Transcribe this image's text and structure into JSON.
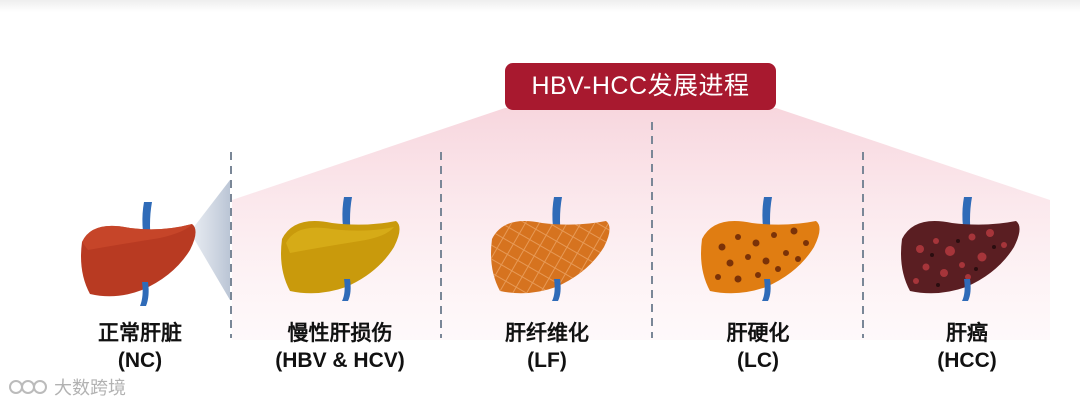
{
  "title": "HBV-HCC发展进程",
  "stages": [
    {
      "name": "正常肝脏",
      "abbr": "(NC)",
      "liver": "normal",
      "color": "#b83a22"
    },
    {
      "name": "慢性肝损伤",
      "abbr": "(HBV & HCV)",
      "liver": "chronic-injury",
      "color": "#c99a0c"
    },
    {
      "name": "肝纤维化",
      "abbr": "(LF)",
      "liver": "fibrosis",
      "color": "#d6731f"
    },
    {
      "name": "肝硬化",
      "abbr": "(LC)",
      "liver": "cirrhosis",
      "color": "#e07d12"
    },
    {
      "name": "肝癌",
      "abbr": "(HCC)",
      "liver": "cancer",
      "color": "#5a1e22"
    }
  ],
  "colors": {
    "title_bg": "#a8192f",
    "vessel": "#2f6bb8",
    "divider": "#7a8797"
  },
  "watermark": "大数跨境"
}
